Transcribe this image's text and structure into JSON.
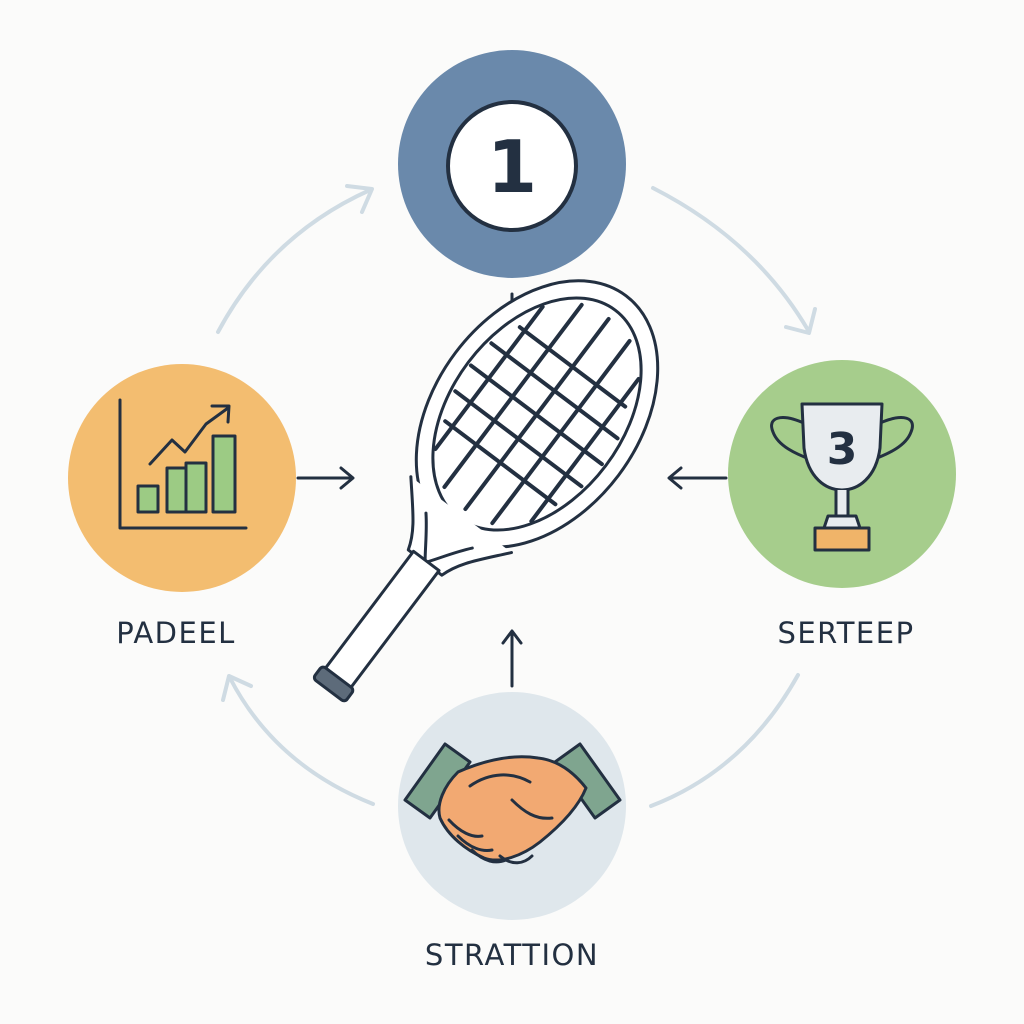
{
  "nodes": {
    "top": {
      "number": "1",
      "color": "#6a89ab"
    },
    "left": {
      "label": "PADEEL",
      "color": "#f3bd70"
    },
    "right": {
      "label": "SERTEEP",
      "trophy_number": "3",
      "color": "#a6cd8c"
    },
    "bottom": {
      "label": "STRATTION",
      "color": "#dfe7ec"
    }
  },
  "colors": {
    "ink": "#233041",
    "cycle_arrow": "#cfdbe3",
    "chart_bar": "#9ccb84",
    "hand": "#f2a972",
    "cuff": "#7fa58f",
    "trophy_cup": "#e8ecef",
    "trophy_base": "#f0b469"
  },
  "icons": {
    "top": "number-badge-icon",
    "left": "growth-chart-icon",
    "right": "trophy-icon",
    "bottom": "handshake-icon",
    "center": "padel-racket-icon"
  }
}
